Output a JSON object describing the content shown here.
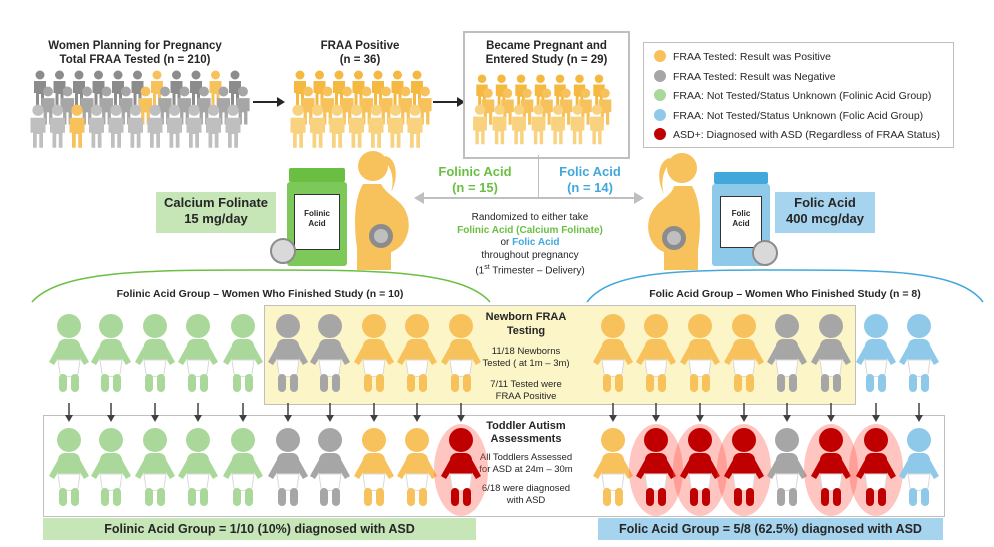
{
  "colors": {
    "positive": "#f7c25c",
    "negative": "#a6a6a6",
    "folinic_unknown": "#a9d89a",
    "folic_unknown": "#8ec9ea",
    "asd": "#c00000",
    "folinic_green": "#6abf43",
    "folic_blue": "#42a8dc",
    "folinic_box": "#c6e6b7",
    "folic_box": "#a6d4ee",
    "newborn_panel": "#fbf5c8"
  },
  "header": {
    "step1_line1": "Women Planning for Pregnancy",
    "step1_line2": "Total FRAA Tested (n = 210)",
    "step2_line1": "FRAA Positive",
    "step2_line2": "(n = 36)",
    "step3_line1": "Became Pregnant and",
    "step3_line2": "Entered Study (n = 29)"
  },
  "legend": [
    {
      "color_key": "positive",
      "label": "FRAA Tested:  Result was Positive"
    },
    {
      "color_key": "negative",
      "label": "FRAA Tested:  Result was Negative"
    },
    {
      "color_key": "folinic_unknown",
      "label": "FRAA:  Not Tested/Status Unknown (Folinic Acid Group)"
    },
    {
      "color_key": "folic_unknown",
      "label": "FRAA:  Not Tested/Status Unknown (Folic Acid Group)"
    },
    {
      "color_key": "asd",
      "label": "ASD+:  Diagnosed with ASD (Regardless of FRAA Status)"
    }
  ],
  "arms": {
    "folinic_title": "Folinic Acid",
    "folinic_n": "(n = 15)",
    "folic_title": "Folic Acid",
    "folic_n": "(n = 14)",
    "calcium_line1": "Calcium Folinate",
    "calcium_line2": "15 mg/day",
    "folic_dose_line1": "Folic Acid",
    "folic_dose_line2": "400 mcg/day",
    "bottle_left_line1": "Folinic",
    "bottle_left_line2": "Acid",
    "bottle_right_line1": "Folic",
    "bottle_right_line2": "Acid"
  },
  "randomized": {
    "line1": "Randomized to either take",
    "line2": "Folinic Acid (Calcium Folinate)",
    "line3": "or",
    "line3b": "Folic Acid",
    "line4": "throughout pregnancy",
    "line5_a": "(1",
    "line5_sup": "st",
    "line5_b": " Trimester – Delivery)"
  },
  "groups": {
    "folinic_finished": "Folinic Acid Group – Women Who Finished Study (n = 10)",
    "folic_finished": "Folic Acid Group – Women Who Finished Study (n = 8)"
  },
  "newborn": {
    "title": "Newborn FRAA Testing",
    "line1": "11/18 Newborns",
    "line2": "Tested ( at 1m – 3m)",
    "line3": "7/11 Tested were",
    "line4": "FRAA Positive"
  },
  "toddler": {
    "title1": "Toddler Autism",
    "title2": "Assessments",
    "line1": "All Toddlers Assessed",
    "line2": "for ASD at 24m – 30m",
    "line3": "6/18 were diagnosed",
    "line4": "with ASD"
  },
  "results": {
    "folinic": "Folinic Acid Group = 1/10 (10%) diagnosed with  ASD",
    "folic": "Folic Acid Group = 5/8 (62.5%) diagnosed with  ASD"
  },
  "babies_top": [
    "folinic_unknown",
    "folinic_unknown",
    "folinic_unknown",
    "folinic_unknown",
    "folinic_unknown",
    "negative",
    "negative",
    "positive",
    "positive",
    "positive",
    "positive",
    "positive",
    "positive",
    "positive",
    "negative",
    "negative",
    "folic_unknown",
    "folic_unknown"
  ],
  "babies_bottom": [
    "folinic_unknown",
    "folinic_unknown",
    "folinic_unknown",
    "folinic_unknown",
    "folinic_unknown",
    "negative",
    "negative",
    "positive",
    "positive",
    "asd",
    "positive",
    "asd",
    "asd",
    "asd",
    "negative",
    "asd",
    "asd",
    "folic_unknown"
  ]
}
